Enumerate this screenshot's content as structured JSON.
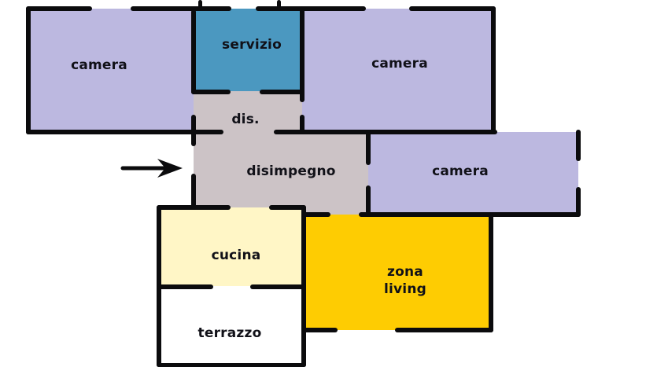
{
  "plan": {
    "colors": {
      "camera": "#bcb8e0",
      "servizio": "#4b98c0",
      "disimpegno": "#ccc3c6",
      "cucina": "#fff6c6",
      "zona_living": "#fecc02",
      "terrazzo": "#ffffff",
      "wall": "#0b0b0d"
    },
    "rooms": [
      {
        "id": "camera-left",
        "label": "camera"
      },
      {
        "id": "servizio",
        "label": "servizio"
      },
      {
        "id": "camera-right",
        "label": "camera"
      },
      {
        "id": "dis",
        "label": "dis."
      },
      {
        "id": "disimpegno",
        "label": "disimpegno"
      },
      {
        "id": "camera-mid",
        "label": "camera"
      },
      {
        "id": "cucina",
        "label": "cucina"
      },
      {
        "id": "zona-living",
        "label": "zona living",
        "label_lines": [
          "zona",
          "living"
        ]
      },
      {
        "id": "terrazzo",
        "label": "terrazzo"
      }
    ],
    "entrance_arrow": "right-arrow-icon"
  }
}
